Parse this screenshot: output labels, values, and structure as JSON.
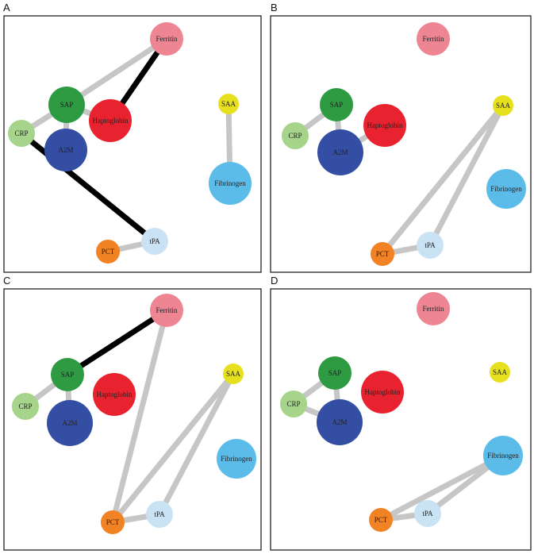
{
  "panels": [
    {
      "label": "A",
      "nodes": [
        {
          "id": "Ferritin",
          "label": "Ferritin",
          "color": "#ee8593"
        },
        {
          "id": "SAP",
          "label": "SAP",
          "color": "#2e9b43"
        },
        {
          "id": "Haptoglobin",
          "label": "Haptoglobin",
          "color": "#e8232f"
        },
        {
          "id": "CRP",
          "label": "CRP",
          "color": "#a6d48a"
        },
        {
          "id": "A2M",
          "label": "A2M",
          "color": "#344ea3"
        },
        {
          "id": "SAA",
          "label": "SAA",
          "color": "#e7e01f"
        },
        {
          "id": "Fibrinogen",
          "label": "Fibrinogen",
          "color": "#5bbcea"
        },
        {
          "id": "PCT",
          "label": "PCT",
          "color": "#f28325"
        },
        {
          "id": "tPA",
          "label": "tPA",
          "color": "#c9e3f5"
        }
      ],
      "edges": [
        {
          "from": "SAP",
          "to": "Ferritin",
          "type": "gray"
        },
        {
          "from": "Haptoglobin",
          "to": "Ferritin",
          "type": "black"
        },
        {
          "from": "CRP",
          "to": "SAP",
          "type": "gray"
        },
        {
          "from": "SAP",
          "to": "A2M",
          "type": "gray"
        },
        {
          "from": "SAP",
          "to": "Haptoglobin",
          "type": "gray"
        },
        {
          "from": "CRP",
          "to": "tPA",
          "type": "black"
        },
        {
          "from": "SAA",
          "to": "Fibrinogen",
          "type": "gray"
        },
        {
          "from": "PCT",
          "to": "tPA",
          "type": "gray"
        }
      ]
    },
    {
      "label": "B",
      "nodes": [
        {
          "id": "Ferritin",
          "label": "Ferritin",
          "color": "#ee8593"
        },
        {
          "id": "SAP",
          "label": "SAP",
          "color": "#2e9b43"
        },
        {
          "id": "Haptoglobin",
          "label": "Haptoglobin",
          "color": "#e8232f"
        },
        {
          "id": "CRP",
          "label": "CRP",
          "color": "#a6d48a"
        },
        {
          "id": "A2M",
          "label": "A2M",
          "color": "#344ea3"
        },
        {
          "id": "SAA",
          "label": "SAA",
          "color": "#e7e01f"
        },
        {
          "id": "Fibrinogen",
          "label": "Fibrinogen",
          "color": "#5bbcea"
        },
        {
          "id": "PCT",
          "label": "PCT",
          "color": "#f28325"
        },
        {
          "id": "tPA",
          "label": "tPA",
          "color": "#c9e3f5"
        }
      ],
      "edges": [
        {
          "from": "CRP",
          "to": "SAP",
          "type": "gray"
        },
        {
          "from": "SAP",
          "to": "A2M",
          "type": "gray"
        },
        {
          "from": "A2M",
          "to": "Haptoglobin",
          "type": "gray"
        },
        {
          "from": "SAA",
          "to": "PCT",
          "type": "gray"
        },
        {
          "from": "SAA",
          "to": "tPA",
          "type": "gray"
        },
        {
          "from": "PCT",
          "to": "tPA",
          "type": "gray"
        }
      ]
    },
    {
      "label": "C",
      "nodes": [
        {
          "id": "Ferritin",
          "label": "Ferritin",
          "color": "#ee8593"
        },
        {
          "id": "SAP",
          "label": "SAP",
          "color": "#2e9b43"
        },
        {
          "id": "Haptoglobin",
          "label": "Haptoglobin",
          "color": "#e8232f"
        },
        {
          "id": "CRP",
          "label": "CRP",
          "color": "#a6d48a"
        },
        {
          "id": "A2M",
          "label": "A2M",
          "color": "#344ea3"
        },
        {
          "id": "SAA",
          "label": "SAA",
          "color": "#e7e01f"
        },
        {
          "id": "Fibrinogen",
          "label": "Fibrinogen",
          "color": "#5bbcea"
        },
        {
          "id": "PCT",
          "label": "PCT",
          "color": "#f28325"
        },
        {
          "id": "tPA",
          "label": "tPA",
          "color": "#c9e3f5"
        }
      ],
      "edges": [
        {
          "from": "SAP",
          "to": "Ferritin",
          "type": "black"
        },
        {
          "from": "CRP",
          "to": "SAP",
          "type": "gray"
        },
        {
          "from": "SAP",
          "to": "A2M",
          "type": "gray"
        },
        {
          "from": "Ferritin",
          "to": "PCT",
          "type": "gray"
        },
        {
          "from": "SAA",
          "to": "PCT",
          "type": "gray"
        },
        {
          "from": "SAA",
          "to": "tPA",
          "type": "gray"
        },
        {
          "from": "PCT",
          "to": "tPA",
          "type": "gray"
        }
      ]
    },
    {
      "label": "D",
      "nodes": [
        {
          "id": "Ferritin",
          "label": "Ferritin",
          "color": "#ee8593"
        },
        {
          "id": "SAP",
          "label": "SAP",
          "color": "#2e9b43"
        },
        {
          "id": "Haptoglobin",
          "label": "Haptoglobin",
          "color": "#e8232f"
        },
        {
          "id": "CRP",
          "label": "CRP",
          "color": "#a6d48a"
        },
        {
          "id": "A2M",
          "label": "A2M",
          "color": "#344ea3"
        },
        {
          "id": "SAA",
          "label": "SAA",
          "color": "#e7e01f"
        },
        {
          "id": "Fibrinogen",
          "label": "Fibrinogen",
          "color": "#5bbcea"
        },
        {
          "id": "PCT",
          "label": "PCT",
          "color": "#f28325"
        },
        {
          "id": "tPA",
          "label": "tPA",
          "color": "#c9e3f5"
        }
      ],
      "edges": [
        {
          "from": "CRP",
          "to": "SAP",
          "type": "gray"
        },
        {
          "from": "CRP",
          "to": "A2M",
          "type": "gray"
        },
        {
          "from": "SAP",
          "to": "A2M",
          "type": "gray"
        },
        {
          "from": "Fibrinogen",
          "to": "PCT",
          "type": "gray"
        },
        {
          "from": "Fibrinogen",
          "to": "tPA",
          "type": "gray"
        },
        {
          "from": "PCT",
          "to": "tPA",
          "type": "gray"
        }
      ]
    }
  ],
  "edge_colors": {
    "gray": "#c6c6c6",
    "black": "#000000"
  }
}
